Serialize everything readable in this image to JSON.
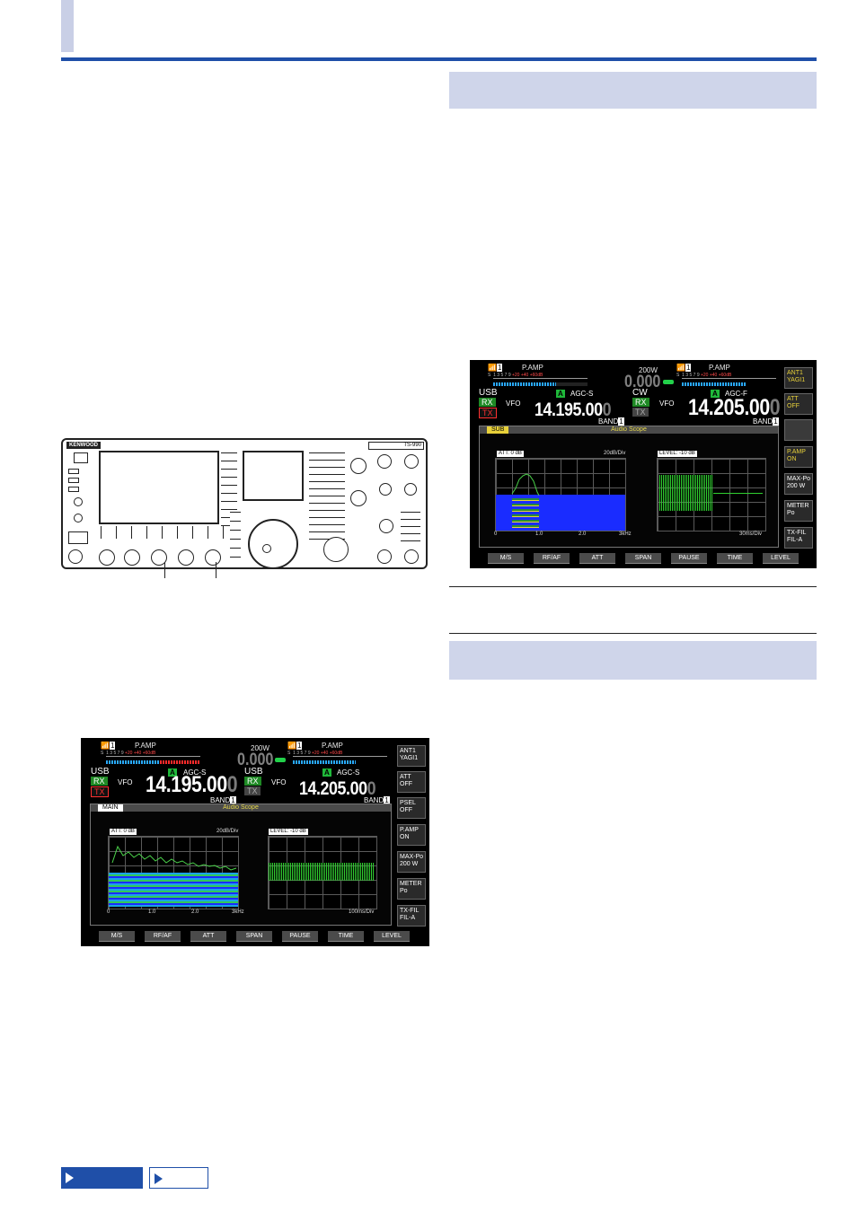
{
  "colors": {
    "accent": "#1f4fa8",
    "section_bar": "#cfd5ea",
    "rx_green": "#1f8a25",
    "tx_red": "#ff3030",
    "meter_blue": "#29a8ff",
    "scope_title": "#e6d84a"
  },
  "rig": {
    "brand": "KENWOOD",
    "model": "TS-990"
  },
  "screens": [
    {
      "id": "sub-audio-scope",
      "power": "200W",
      "center_freq": "0.000",
      "left": {
        "ant": "1",
        "preamp": "P.AMP",
        "mode": "USB",
        "vfo": "VFO",
        "agc": "AGC-S",
        "vfo_badge": "A",
        "freq_main": "14.195.00",
        "freq_dim": "0",
        "band_label": "BAND",
        "band_num": "1",
        "rx": "RX",
        "tx": "TX"
      },
      "right": {
        "ant": "1",
        "preamp": "P.AMP",
        "mode": "CW",
        "vfo": "VFO",
        "agc": "AGC-F",
        "vfo_badge": "A",
        "freq_main": "14.205.00",
        "freq_dim": "0",
        "band_label": "BAND",
        "band_num": "1",
        "rx": "RX",
        "tx": "TX"
      },
      "meter_scale": [
        "S",
        "1",
        "3",
        "5",
        "7",
        "9",
        "+20",
        "+40",
        "+60dB"
      ],
      "panel_tag": "SUB",
      "panel_title": "Audio Scope",
      "fft_label": "ATT: 0 dB",
      "fft_scale": "20dB/Div",
      "fft_ticks": [
        "0",
        "1.0",
        "2.0",
        "3kHz"
      ],
      "osc_label": "LEVEL: -10 dB",
      "osc_scale": "30ms/Div",
      "side_keys": [
        "ANT1\nYAGI1",
        "ATT\nOFF",
        "",
        "P.AMP\nON",
        "MAX-Po\n200 W",
        "METER\nPo",
        "TX-FIL\nFIL-A"
      ],
      "soft_keys": [
        "M/S",
        "RF/AF",
        "ATT",
        "SPAN",
        "PAUSE",
        "TIME",
        "LEVEL"
      ]
    },
    {
      "id": "main-audio-scope",
      "power": "200W",
      "center_freq": "0.000",
      "left": {
        "ant": "1",
        "preamp": "P.AMP",
        "mode": "USB",
        "vfo": "VFO",
        "agc": "AGC-S",
        "vfo_badge": "A",
        "freq_main": "14.195.00",
        "freq_dim": "0",
        "band_label": "BAND",
        "band_num": "1",
        "rx": "RX",
        "tx": "TX"
      },
      "right": {
        "ant": "1",
        "preamp": "P.AMP",
        "mode": "USB",
        "vfo": "VFO",
        "agc": "AGC-S",
        "vfo_badge": "A",
        "freq_main": "14.205.00",
        "freq_dim": "0",
        "band_label": "BAND",
        "band_num": "1",
        "rx": "RX",
        "tx": "TX"
      },
      "meter_scale": [
        "S",
        "1",
        "3",
        "5",
        "7",
        "9",
        "+20",
        "+40",
        "+60dB"
      ],
      "panel_tag": "MAIN",
      "panel_title": "Audio Scope",
      "fft_label": "ATT: 0 dB",
      "fft_scale": "20dB/Div",
      "fft_ticks": [
        "0",
        "1.0",
        "2.0",
        "3kHz"
      ],
      "osc_label": "LEVEL: -10 dB",
      "osc_scale": "100ms/Div",
      "side_keys": [
        "ANT1\nYAGI1",
        "ATT\nOFF",
        "PSEL\nOFF",
        "P.AMP\nON",
        "MAX-Po\n200 W",
        "METER\nPo",
        "TX-FIL\nFIL-A"
      ],
      "soft_keys": [
        "M/S",
        "RF/AF",
        "ATT",
        "SPAN",
        "PAUSE",
        "TIME",
        "LEVEL"
      ]
    }
  ]
}
